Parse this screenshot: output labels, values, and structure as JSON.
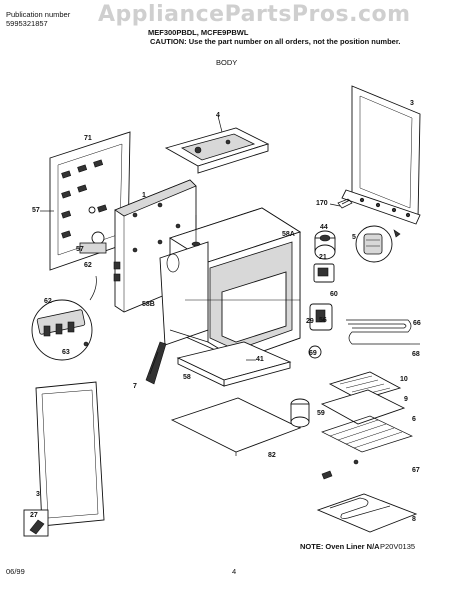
{
  "header": {
    "pub_label": "Publication number",
    "pub_number": "5995321857",
    "model_line": "MEF300PBDL, MCFE9PBWL",
    "caution": "CAUTION: Use the part number on all orders, not the position number.",
    "section_title": "BODY"
  },
  "watermark": "AppliancePartsPros.com",
  "callouts": [
    "71",
    "57",
    "1",
    "57",
    "62",
    "62",
    "63",
    "4",
    "3",
    "170",
    "44",
    "5",
    "58A",
    "21",
    "60",
    "29",
    "56",
    "66",
    "68",
    "69",
    "58B",
    "7",
    "41",
    "58",
    "10",
    "9",
    "6",
    "59",
    "82",
    "67",
    "8",
    "3",
    "27"
  ],
  "footer": {
    "note": "NOTE: Oven Liner N/A",
    "code": "P20V0135",
    "date": "06/99",
    "page": "4"
  }
}
